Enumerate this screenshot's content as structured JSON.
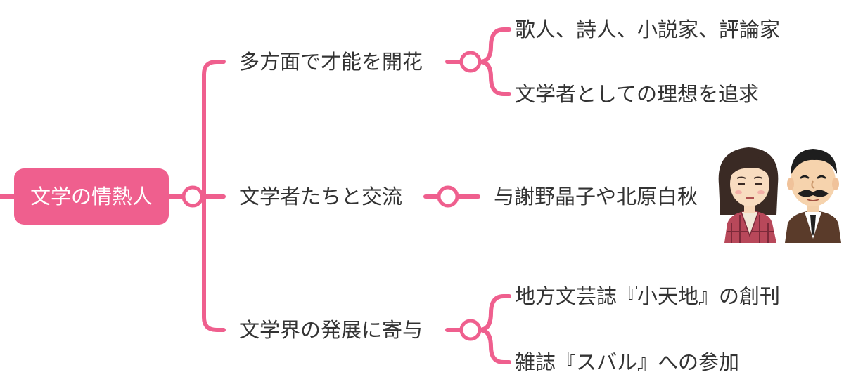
{
  "colors": {
    "accent": "#ef5f8e",
    "root_fill": "#ef5f8e",
    "root_text": "#ffffff",
    "text": "#333333",
    "background": "#ffffff"
  },
  "root": {
    "label": "文学の情熱人"
  },
  "branches": [
    {
      "label": "多方面で才能を開花",
      "children": [
        {
          "label": "歌人、詩人、小説家、評論家"
        },
        {
          "label": "文学者としての理想を追求"
        }
      ]
    },
    {
      "label": "文学者たちと交流",
      "children": [
        {
          "label": "与謝野晶子や北原白秋"
        }
      ]
    },
    {
      "label": "文学界の発展に寄与",
      "children": [
        {
          "label": "地方文芸誌『小天地』の創刊"
        },
        {
          "label": "雑誌『スバル』への参加"
        }
      ]
    }
  ],
  "illustration": {
    "icons": [
      "woman-kimono-portrait-icon",
      "man-mustache-suit-portrait-icon"
    ]
  }
}
